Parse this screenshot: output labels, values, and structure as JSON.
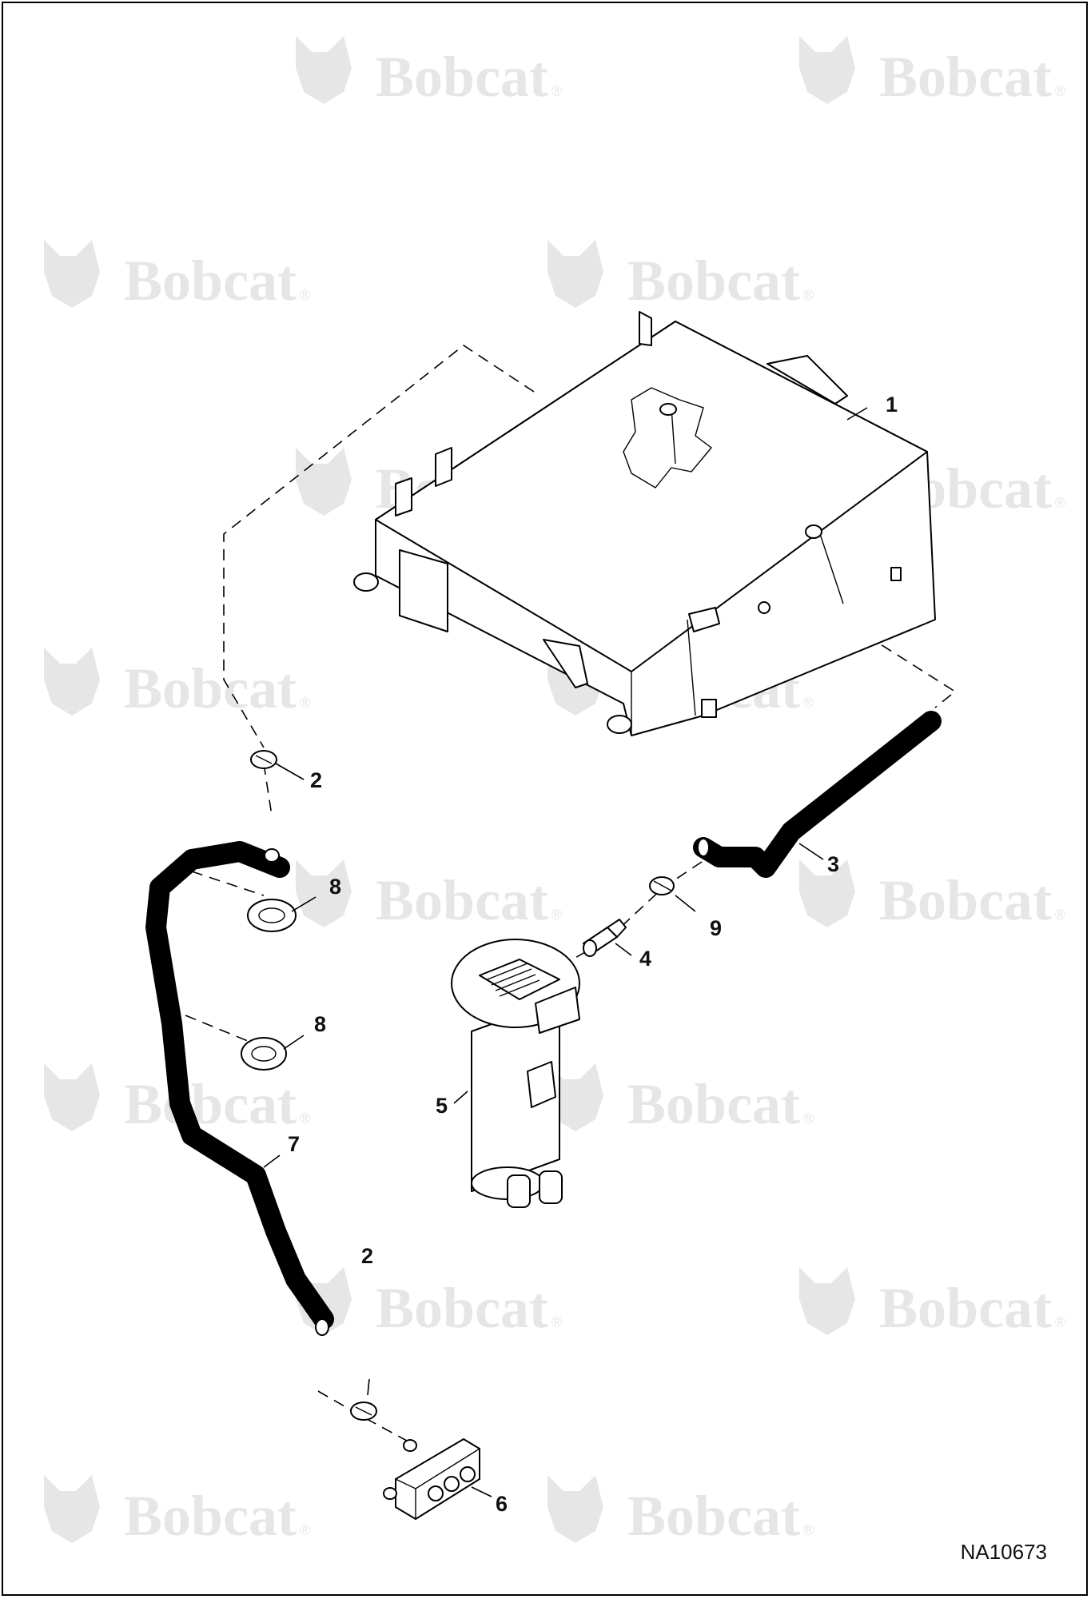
{
  "watermark": {
    "brand": "Bobcat",
    "mark": "®"
  },
  "figure_number": "NA10673",
  "callouts": [
    {
      "key": "c1",
      "label": "1"
    },
    {
      "key": "c2a",
      "label": "2"
    },
    {
      "key": "c2b",
      "label": "2"
    },
    {
      "key": "c3",
      "label": "3"
    },
    {
      "key": "c4",
      "label": "4"
    },
    {
      "key": "c5",
      "label": "5"
    },
    {
      "key": "c6",
      "label": "6"
    },
    {
      "key": "c7",
      "label": "7"
    },
    {
      "key": "c8a",
      "label": "8"
    },
    {
      "key": "c8b",
      "label": "8"
    },
    {
      "key": "c9",
      "label": "9"
    }
  ],
  "colors": {
    "ink": "#000000",
    "watermark": "#e6e6e6",
    "background": "#ffffff"
  }
}
